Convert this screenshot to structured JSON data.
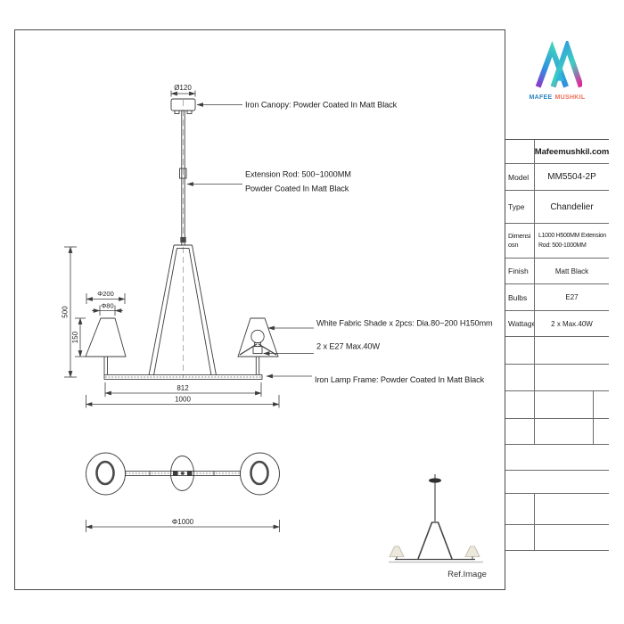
{
  "brand": {
    "name_part1": "MAFEE",
    "name_part2": "MUSHKIL",
    "website": "Mafeemushkil.com",
    "colors": {
      "teal": "#3ecfc0",
      "blue": "#2f9ce0",
      "purple": "#9036c9",
      "magenta": "#e0289b",
      "text_blue": "#2e86c1",
      "text_coral": "#f0715a"
    }
  },
  "spec_table": {
    "rows": [
      {
        "label": "Model",
        "value": "MM5504-2P"
      },
      {
        "label": "Type",
        "value": "Chandelier"
      },
      {
        "label": "Dimensiosn",
        "value": "L1000 H500MM Extension Rod: 500-1000MM"
      },
      {
        "label": "Finish",
        "value": "Matt Black"
      },
      {
        "label": "Bulbs",
        "value": "E27"
      },
      {
        "label": "Wattage",
        "value": "2 x Max.40W"
      }
    ]
  },
  "drawing": {
    "annotations": {
      "canopy": "Iron Canopy: Powder Coated In Matt Black",
      "rod_line1": "Extension Rod: 500~1000MM",
      "rod_line2": "Powder Coated In Matt Black",
      "shade": "White Fabric Shade x 2pcs: Dia.80~200 H150mm",
      "bulb": "2 x E27 Max.40W",
      "frame": "Iron Lamp Frame: Powder Coated In Matt Black"
    },
    "dimensions": {
      "canopy_diameter": "Ø120",
      "drop_height": "500",
      "shade_bottom_diameter": "Φ200",
      "shade_top_diameter": "Φ80",
      "shade_height": "150",
      "frame_length": "812",
      "overall_length": "1000",
      "overall_diameter": "Φ1000"
    },
    "ref_image_label": "Ref.Image"
  }
}
